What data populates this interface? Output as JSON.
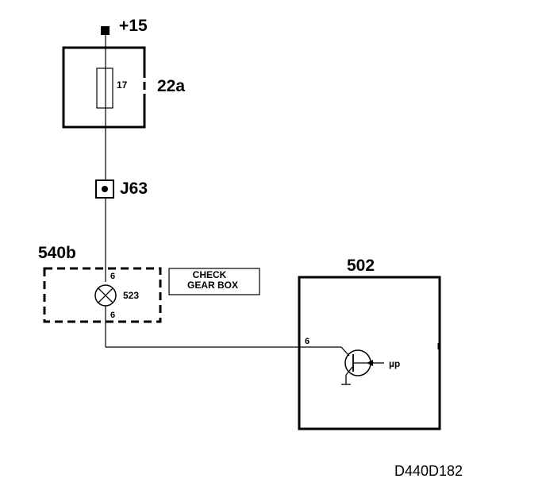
{
  "supply": {
    "label": "+15"
  },
  "fuse_block": {
    "label": "22a",
    "fuse_number": "17"
  },
  "connector": {
    "label": "J63"
  },
  "instrument_cluster": {
    "label": "540b",
    "pin_top": "6",
    "pin_bottom": "6",
    "lamp_number": "523",
    "warning_text_line1": "CHECK",
    "warning_text_line2": "GEAR BOX"
  },
  "control_unit": {
    "label": "502",
    "pin": "6",
    "input_label": "µp"
  },
  "drawing_ref": "D440D182"
}
